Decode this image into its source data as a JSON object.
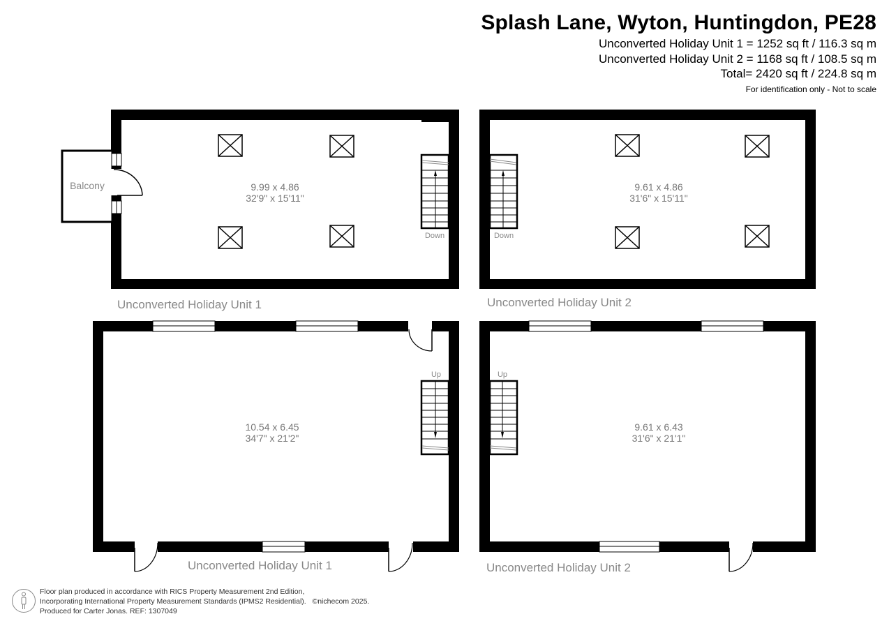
{
  "header": {
    "title": "Splash Lane, Wyton, Huntingdon, PE28",
    "areas": [
      "Unconverted Holiday Unit 1 = 1252 sq ft / 116.3 sq m",
      "Unconverted Holiday Unit 2 = 1168 sq ft / 108.5 sq m",
      "Total= 2420 sq ft / 224.8 sq m"
    ],
    "note": "For identification only - Not to scale"
  },
  "plans": {
    "unit1_upper": {
      "label": "Unconverted Holiday Unit 1",
      "dim_metric": "9.99 x 4.86",
      "dim_imperial": "32'9\" x 15'11\"",
      "balcony": "Balcony",
      "stairs": "Down"
    },
    "unit2_upper": {
      "label": "Unconverted Holiday Unit 2",
      "dim_metric": "9.61 x 4.86",
      "dim_imperial": "31'6\" x 15'11\"",
      "stairs": "Down"
    },
    "unit1_ground": {
      "label": "Unconverted Holiday Unit 1",
      "dim_metric": "10.54 x 6.45",
      "dim_imperial": "34'7\" x 21'2\"",
      "stairs": "Up"
    },
    "unit2_ground": {
      "label": "Unconverted Holiday Unit 2",
      "dim_metric": "9.61 x 6.43",
      "dim_imperial": "31'6\" x 21'1\"",
      "stairs": "Up"
    }
  },
  "footer": {
    "line1": "Floor plan produced in accordance with RICS Property Measurement 2nd Edition,",
    "line2": "Incorporating International Property Measurement Standards (IPMS2 Residential).",
    "copyright": "©nichecom 2025.",
    "line3": "Produced for Carter Jonas.   REF: 1307049"
  }
}
